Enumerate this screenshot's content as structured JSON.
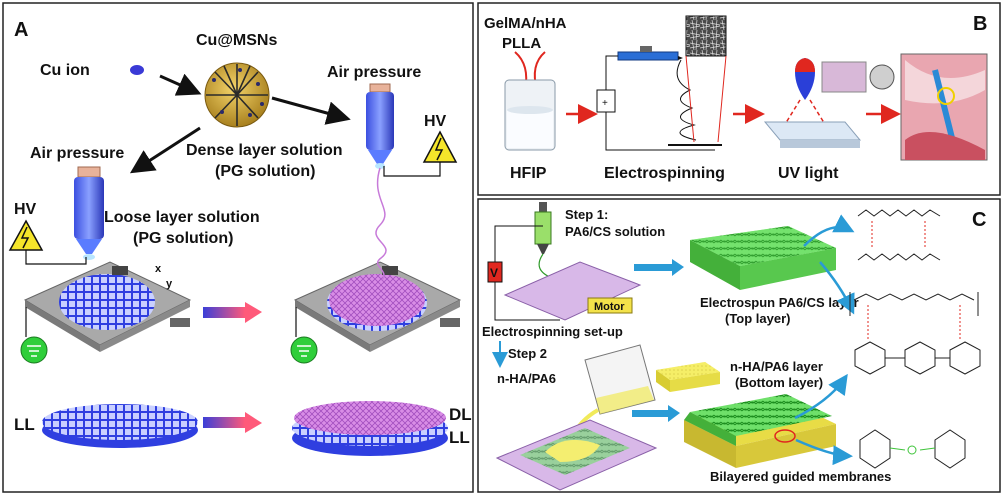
{
  "panel_a": {
    "label": "A",
    "cu_ion": "Cu ion",
    "cu_msns": "Cu@MSNs",
    "air_pressure_left": "Air pressure",
    "air_pressure_right": "Air pressure",
    "hv_left": "HV",
    "hv_right": "HV",
    "dense_line1": "Dense layer solution",
    "dense_line2": "(PG solution)",
    "loose_line1": "Loose layer solution",
    "loose_line2": "(PG solution)",
    "axis_x": "x",
    "axis_y": "y",
    "ll": "LL",
    "dl": "DL",
    "ll2": "LL"
  },
  "panel_b": {
    "label": "B",
    "gelma": "GelMA/nHA",
    "plla": "PLLA",
    "hfip": "HFIP",
    "electrospinning": "Electrospinning",
    "uv_light": "UV light"
  },
  "panel_c": {
    "label": "C",
    "step1_line1": "Step 1:",
    "step1_line2": "PA6/CS solution",
    "motor": "Motor",
    "v": "V",
    "setup": "Electrospinning set-up",
    "step2": "Step 2",
    "nha_pa6": "n-HA/PA6",
    "top_line1": "Electrospun PA6/CS layer",
    "top_line2": "(Top layer)",
    "bottom_line1": "n-HA/PA6 layer",
    "bottom_line2": "(Bottom layer)",
    "bilayer": "Bilayered guided membranes"
  },
  "colors": {
    "blue_mesh": "#2f3fe0",
    "pink_layer": "#c77ad9",
    "green_mesh": "#3ec43a",
    "arrow_red": "#e0271f",
    "arrow_blue": "#2a9bd6",
    "yellow": "#eee64a"
  }
}
